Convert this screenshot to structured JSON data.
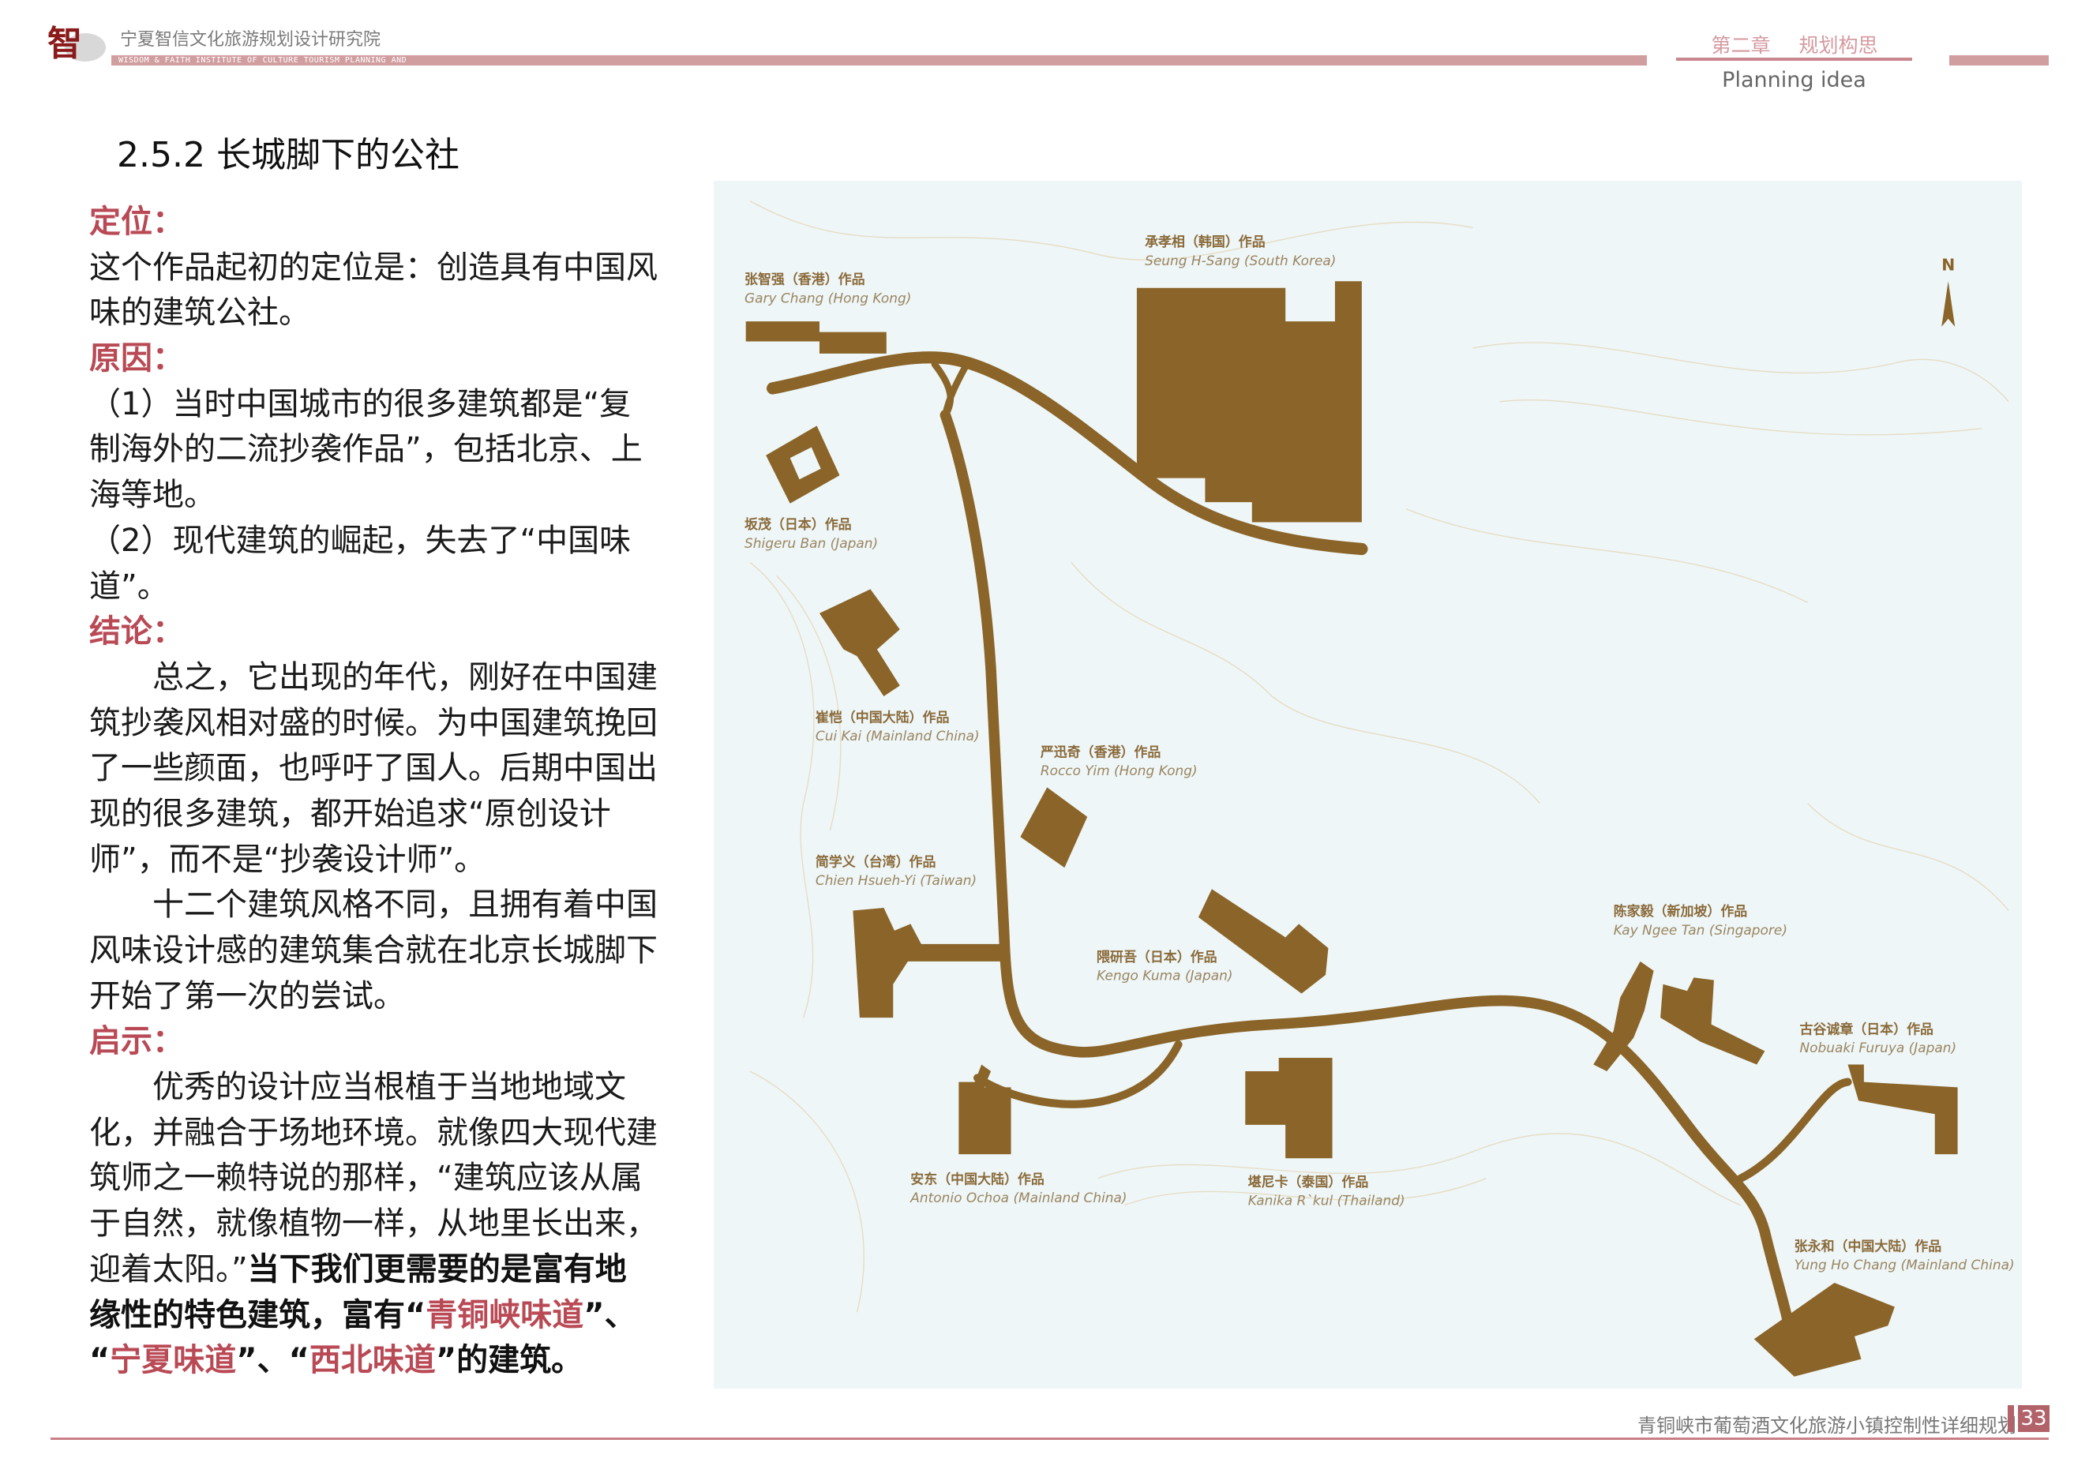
{
  "header": {
    "logo_text": "智",
    "institute_cn": "宁夏智信文化旅游规划设计研究院",
    "institute_en": "WISDOM & FAITH INSTITUTE OF CULTURE TOURISM PLANNING AND",
    "chapter": "第二章",
    "chapter_title": "规划构思",
    "subtitle": "Planning idea"
  },
  "title": "2.5.2 长城脚下的公社",
  "body_lines": [
    [
      {
        "t": "定位：",
        "c": "h"
      }
    ],
    [
      {
        "t": "这个作品起初的定位是：创造具有中国风",
        "c": ""
      }
    ],
    [
      {
        "t": "味的建筑公社。",
        "c": ""
      }
    ],
    [
      {
        "t": "原因：",
        "c": "h"
      }
    ],
    [
      {
        "t": "（1）当时中国城市的很多建筑都是“复",
        "c": ""
      }
    ],
    [
      {
        "t": "制海外的二流抄袭作品”，包括北京、上",
        "c": ""
      }
    ],
    [
      {
        "t": "海等地。",
        "c": ""
      }
    ],
    [
      {
        "t": "（2）现代建筑的崛起，失去了“中国味",
        "c": ""
      }
    ],
    [
      {
        "t": "道”。",
        "c": ""
      }
    ],
    [
      {
        "t": "结论：",
        "c": "h"
      }
    ],
    [
      {
        "t": "　　总之，它出现的年代，刚好在中国建",
        "c": ""
      }
    ],
    [
      {
        "t": "筑抄袭风相对盛的时候。为中国建筑挽回",
        "c": ""
      }
    ],
    [
      {
        "t": "了一些颜面，也呼吁了国人。后期中国出",
        "c": ""
      }
    ],
    [
      {
        "t": "现的很多建筑，都开始追求“原创设计",
        "c": ""
      }
    ],
    [
      {
        "t": "师”，而不是“抄袭设计师”。",
        "c": ""
      }
    ],
    [
      {
        "t": "　　十二个建筑风格不同，且拥有着中国",
        "c": ""
      }
    ],
    [
      {
        "t": "风味设计感的建筑集合就在北京长城脚下",
        "c": ""
      }
    ],
    [
      {
        "t": "开始了第一次的尝试。",
        "c": ""
      }
    ],
    [
      {
        "t": "启示：",
        "c": "h"
      }
    ],
    [
      {
        "t": "　　优秀的设计应当根植于当地地域文",
        "c": ""
      }
    ],
    [
      {
        "t": "化，并融合于场地环境。就像四大现代建",
        "c": ""
      }
    ],
    [
      {
        "t": "筑师之一赖特说的那样，“建筑应该从属",
        "c": ""
      }
    ],
    [
      {
        "t": "于自然，就像植物一样，从地里长出来，",
        "c": ""
      }
    ],
    [
      {
        "t": "迎着太阳。”",
        "c": ""
      },
      {
        "t": "当下我们更需要的是富有地",
        "c": "b"
      }
    ],
    [
      {
        "t": "缘性的特色建筑，富有“",
        "c": "b"
      },
      {
        "t": "青铜峡味道",
        "c": "r"
      },
      {
        "t": "”、",
        "c": "b"
      }
    ],
    [
      {
        "t": "“",
        "c": "b"
      },
      {
        "t": "宁夏味道",
        "c": "r"
      },
      {
        "t": "”、“",
        "c": "b"
      },
      {
        "t": "西北味道",
        "c": "r"
      },
      {
        "t": "”的建筑。",
        "c": "b"
      }
    ]
  ],
  "map": {
    "north_label": "N",
    "road_color": "#8a6428",
    "background_color": "#eef6f7",
    "labels": [
      {
        "cn": "张智强（香港）作品",
        "en": "Gary Chang (Hong Kong)"
      },
      {
        "cn": "承孝相（韩国）作品",
        "en": "Seung H-Sang (South Korea)"
      },
      {
        "cn": "坂茂（日本）作品",
        "en": "Shigeru Ban (Japan)"
      },
      {
        "cn": "崔恺（中国大陆）作品",
        "en": "Cui Kai (Mainland China)"
      },
      {
        "cn": "严迅奇（香港）作品",
        "en": "Rocco Yim (Hong Kong)"
      },
      {
        "cn": "简学义（台湾）作品",
        "en": "Chien Hsueh-Yi (Taiwan)"
      },
      {
        "cn": "隈研吾（日本）作品",
        "en": "Kengo Kuma (Japan)"
      },
      {
        "cn": "陈家毅（新加坡）作品",
        "en": "Kay Ngee Tan (Singapore)"
      },
      {
        "cn": "古谷诚章（日本）作品",
        "en": "Nobuaki Furuya (Japan)"
      },
      {
        "cn": "安东（中国大陆）作品",
        "en": "Antonio Ochoa (Mainland China)"
      },
      {
        "cn": "堪尼卡（泰国）作品",
        "en": "Kanika R`kul (Thailand)"
      },
      {
        "cn": "张永和（中国大陆）作品",
        "en": "Yung Ho Chang (Mainland China)"
      }
    ]
  },
  "footer": {
    "doc_title": "青铜峡市葡萄酒文化旅游小镇控制性详细规划",
    "page_number": "33"
  }
}
